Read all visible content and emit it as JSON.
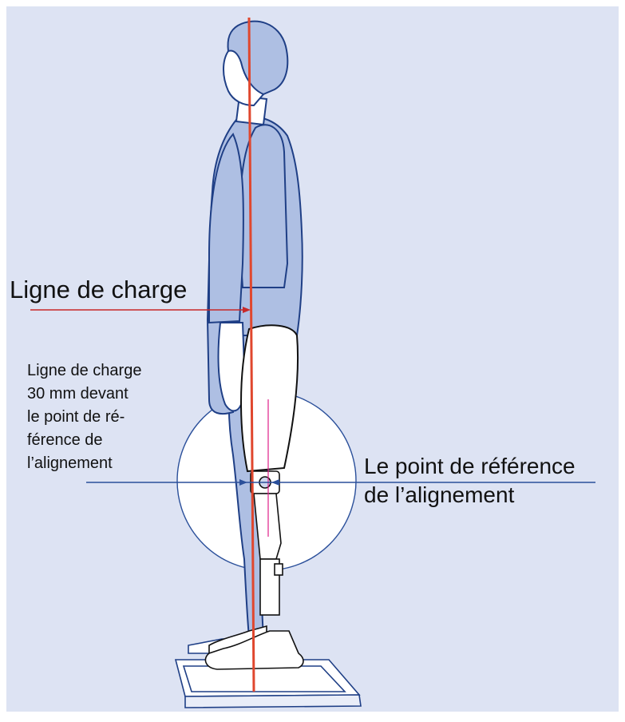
{
  "colors": {
    "background": "#dde3f3",
    "figure_fill": "#aebfe3",
    "outline": "#1f3f86",
    "load_line": "#e0472e",
    "arrow_charge": "#c82828",
    "arrow_ref": "#2a4f9a",
    "offset_mark": "#e0208a"
  },
  "labels": {
    "load_line": "Ligne de charge",
    "note_lines": [
      "Ligne de charge",
      "30 mm devant",
      "le point de ré-",
      "férence de",
      "l’alignement"
    ],
    "reference_lines": [
      "Le point de référence",
      "de l’alignement"
    ]
  }
}
